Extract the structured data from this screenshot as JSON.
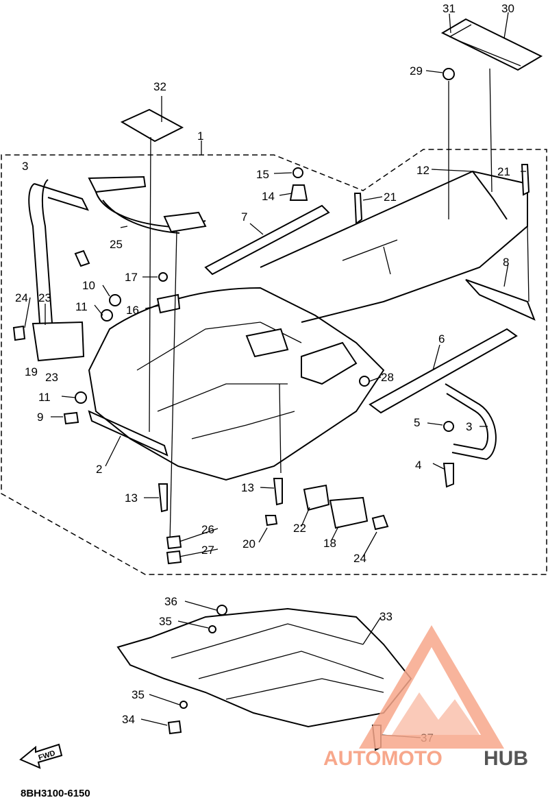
{
  "diagram": {
    "callouts": [
      {
        "id": "c31",
        "text": "31"
      },
      {
        "id": "c30",
        "text": "30"
      },
      {
        "id": "c29",
        "text": "29"
      },
      {
        "id": "c32",
        "text": "32"
      },
      {
        "id": "c1",
        "text": "1"
      },
      {
        "id": "c3a",
        "text": "3"
      },
      {
        "id": "c15",
        "text": "15"
      },
      {
        "id": "c14",
        "text": "14"
      },
      {
        "id": "c21a",
        "text": "21"
      },
      {
        "id": "c12",
        "text": "12"
      },
      {
        "id": "c21b",
        "text": "21"
      },
      {
        "id": "c25",
        "text": "25"
      },
      {
        "id": "c7",
        "text": "7"
      },
      {
        "id": "c8",
        "text": "8"
      },
      {
        "id": "c17",
        "text": "17"
      },
      {
        "id": "c10",
        "text": "10"
      },
      {
        "id": "c16",
        "text": "16"
      },
      {
        "id": "c24a",
        "text": "24"
      },
      {
        "id": "c23a",
        "text": "23"
      },
      {
        "id": "c11a",
        "text": "11"
      },
      {
        "id": "c6",
        "text": "6"
      },
      {
        "id": "c19",
        "text": "19"
      },
      {
        "id": "c23b",
        "text": "23"
      },
      {
        "id": "c28",
        "text": "28"
      },
      {
        "id": "c11b",
        "text": "11"
      },
      {
        "id": "c9",
        "text": "9"
      },
      {
        "id": "c5",
        "text": "5"
      },
      {
        "id": "c3b",
        "text": "3"
      },
      {
        "id": "c2",
        "text": "2"
      },
      {
        "id": "c4",
        "text": "4"
      },
      {
        "id": "c13a",
        "text": "13"
      },
      {
        "id": "c13b",
        "text": "13"
      },
      {
        "id": "c22",
        "text": "22"
      },
      {
        "id": "c26",
        "text": "26"
      },
      {
        "id": "c20",
        "text": "20"
      },
      {
        "id": "c18",
        "text": "18"
      },
      {
        "id": "c27",
        "text": "27"
      },
      {
        "id": "c24b",
        "text": "24"
      },
      {
        "id": "c36",
        "text": "36"
      },
      {
        "id": "c33",
        "text": "33"
      },
      {
        "id": "c35a",
        "text": "35"
      },
      {
        "id": "c35b",
        "text": "35"
      },
      {
        "id": "c34",
        "text": "34"
      },
      {
        "id": "c37",
        "text": "37"
      }
    ],
    "fwd_label": "FWD",
    "drawing_code": "8BH3100-6150",
    "watermark": {
      "part1": "AUTOMOTO",
      "part2": "HUB",
      "accent_color": "#f7a78b",
      "dark_color": "#555555"
    }
  }
}
